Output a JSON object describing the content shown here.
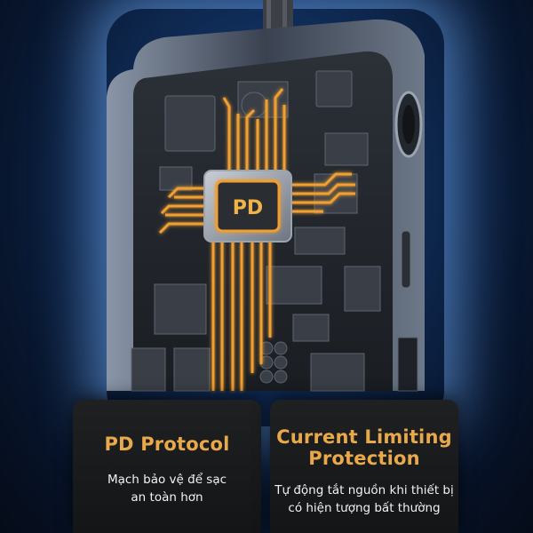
{
  "chip": {
    "label": "PD"
  },
  "features": [
    {
      "title": [
        "PD Protocol"
      ],
      "description": [
        "Mạch bảo vệ để sạc",
        "an toàn hơn"
      ]
    },
    {
      "title": [
        "Current Limiting",
        "Protection"
      ],
      "description": [
        "Tự động tắt nguồn khi thiết bị",
        "có hiện tượng bất thường"
      ]
    }
  ],
  "colors": {
    "background": "#0f2c57",
    "device_glow": "#78b4ff",
    "accent_gold": "#e9a94a",
    "circuit_orange": "#f0a030",
    "card": "#1e2022",
    "card_text": "#f2f2f2"
  }
}
